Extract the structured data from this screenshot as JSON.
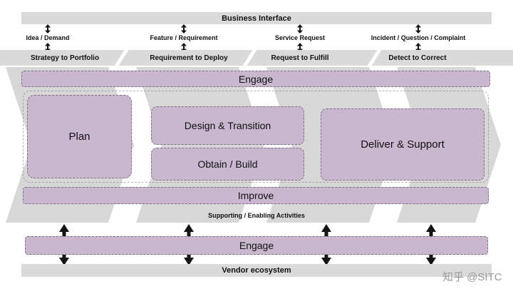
{
  "header": {
    "title": "Business Interface"
  },
  "top_flows": [
    {
      "label": "Idea / Demand"
    },
    {
      "label": "Feature / Requirement"
    },
    {
      "label": "Service Request"
    },
    {
      "label": "Incident / Question / Complaint"
    }
  ],
  "value_streams": [
    {
      "label": "Strategy to Portfolio"
    },
    {
      "label": "Requirement to Deploy"
    },
    {
      "label": "Request to Fulfill"
    },
    {
      "label": "Detect to Correct"
    }
  ],
  "value_chain": {
    "engage_top": "Engage",
    "plan": "Plan",
    "design_transition": "Design & Transition",
    "obtain_build": "Obtain / Build",
    "deliver_support": "Deliver & Support",
    "improve": "Improve",
    "supporting": "Supporting / Enabling Activities",
    "engage_bottom": "Engage"
  },
  "footer": {
    "vendor": "Vendor ecosystem",
    "watermark": "知乎 @SITC"
  },
  "colors": {
    "box_fill": "#c9b7cf",
    "box_border": "#806f86",
    "band": "#dadada",
    "chevron": "#d7d7d7",
    "arrow": "#141414"
  }
}
